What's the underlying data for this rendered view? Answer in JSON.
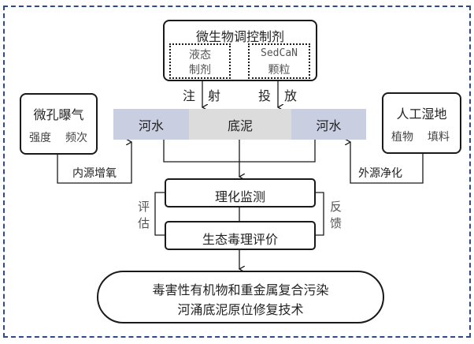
{
  "top_box": {
    "title": "微生物调控制剂",
    "left_sub": [
      "液态",
      "制剂"
    ],
    "right_sub": [
      "SedCaN",
      "颗粒"
    ]
  },
  "arrow_labels": {
    "inject": [
      "注",
      "射"
    ],
    "release": [
      "投",
      "放"
    ],
    "internal_oxygen": "内源增氧",
    "external_purify": "外源净化",
    "evaluate": [
      "评",
      "估"
    ],
    "feedback": [
      "反",
      "馈"
    ]
  },
  "left_box": {
    "title": "微孔曝气",
    "items": [
      "强度",
      "频次"
    ]
  },
  "right_box": {
    "title": "人工湿地",
    "items": [
      "植物",
      "填料"
    ]
  },
  "band": {
    "segments": [
      {
        "label": "河水",
        "color": "#C9CEE0"
      },
      {
        "label": "底泥",
        "color": "#DCDCDC"
      },
      {
        "label": "河水",
        "color": "#C9CEE0"
      }
    ]
  },
  "process": {
    "monitor": "理化监测",
    "toxicity": "生态毒理评价"
  },
  "result": {
    "line1": "毒害性有机物和重金属复合污染",
    "line2": "河涌底泥原位修复技术"
  },
  "colors": {
    "frame": "#2E4A8A",
    "line": "#1a1a1a"
  }
}
